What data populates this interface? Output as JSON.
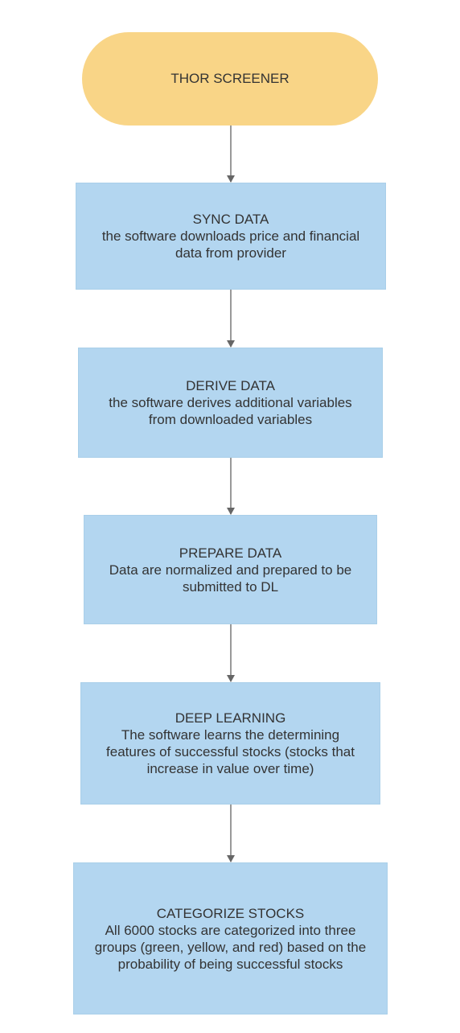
{
  "start": {
    "label": "THOR SCREENER"
  },
  "steps": [
    {
      "title": "SYNC DATA",
      "lines": [
        "the software downloads price and financial",
        "data from provider"
      ]
    },
    {
      "title": "DERIVE DATA",
      "lines": [
        "the software derives additional variables",
        "from downloaded variables"
      ]
    },
    {
      "title": "PREPARE DATA",
      "lines": [
        "Data are normalized and prepared to be",
        "submitted to DL"
      ]
    },
    {
      "title": "DEEP LEARNING",
      "lines": [
        "The software learns the determining",
        "features of successful stocks (stocks that",
        "increase in value over time)"
      ]
    },
    {
      "title": "CATEGORIZE STOCKS",
      "lines": [
        "All 6000 stocks are categorized into three",
        "groups (green, yellow, and red) based on the",
        "probability of being successful stocks"
      ]
    }
  ],
  "colors": {
    "start_fill": "#f9d587",
    "step_fill": "#b3d6f0",
    "connector": "#666666",
    "text": "#333333"
  }
}
